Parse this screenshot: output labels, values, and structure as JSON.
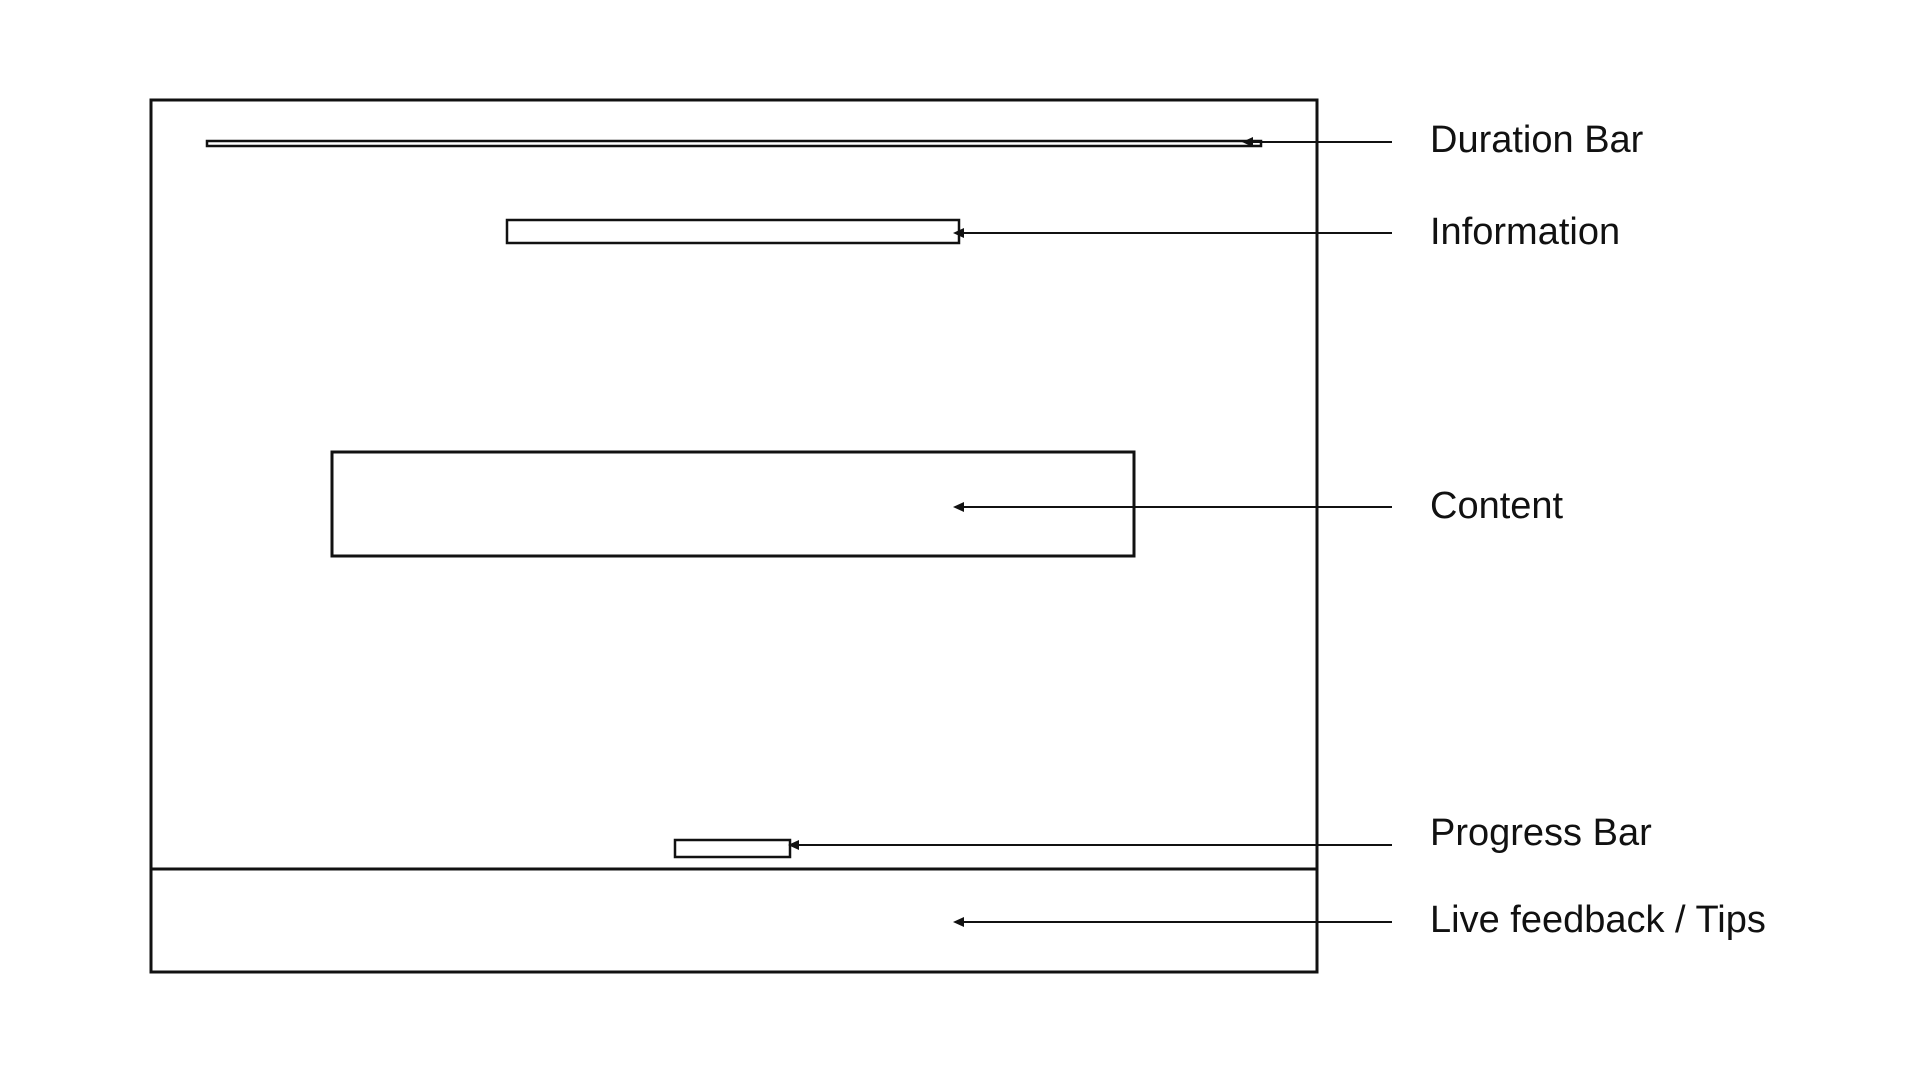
{
  "labels": {
    "duration_bar": "Duration Bar",
    "information": "Information",
    "content": "Content",
    "progress_bar": "Progress Bar",
    "live_feedback": "Live feedback / Tips"
  },
  "colors": {
    "stroke": "#111111",
    "background": "#ffffff"
  }
}
